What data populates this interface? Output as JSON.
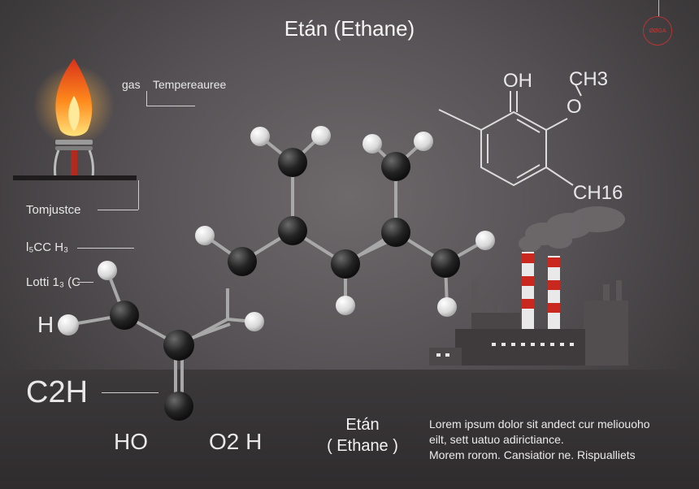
{
  "title": "Etán (Ethane)",
  "labels": {
    "gas": "gas",
    "temperature": "Tempereauree",
    "tomjustice": "Tomjustce",
    "ls_ch3": "l₅CC H₃",
    "lotti": "Lotti 1₃ (C",
    "h_left": "H",
    "c2h": "C2H",
    "ho": "HO",
    "o2h": "O2 H",
    "oh": "OH",
    "ch3": "CH3",
    "o_ring": "O",
    "ch16": "CH16"
  },
  "caption": {
    "line1": "Etán",
    "line2": "( Ethane )"
  },
  "description": [
    "Lorem ipsum dolor sit andect cur meliouoho",
    "eilt, sett uatuo adirictiance.",
    "Morem rorom. Cansiatior ne. Rispualliets"
  ],
  "logo_text": "ØØGA",
  "colors": {
    "atom_carbon": "#222222",
    "atom_hydrogen": "#e6e6e6",
    "flame": "#f5731a",
    "chimney_stripe": "#c8281e"
  }
}
